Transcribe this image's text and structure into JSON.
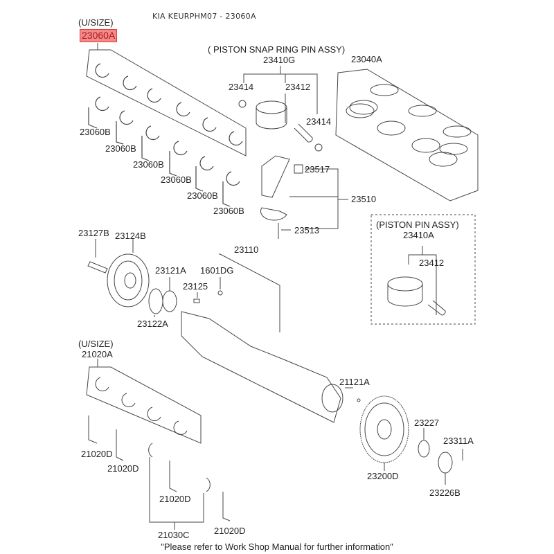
{
  "header": {
    "title": "KIA KEURPHM07 - 23060A"
  },
  "labels": {
    "usize_top": "(U/SIZE)",
    "part_23060A": "23060A",
    "piston_snap_ring_pin_assy": "( PISTON  SNAP RING  PIN ASSY)",
    "part_23410G": "23410G",
    "part_23414_a": "23414",
    "part_23412_a": "23412",
    "part_23414_b": "23414",
    "part_23040A": "23040A",
    "part_23060B": [
      "23060B",
      "23060B",
      "23060B",
      "23060B",
      "23060B",
      "23060B"
    ],
    "part_23517": "23517",
    "part_23510": "23510",
    "part_23513": "23513",
    "piston_pin_assy": "(PISTON  PIN ASSY)",
    "part_23410A": "23410A",
    "part_23412_b": "23412",
    "part_23127B": "23127B",
    "part_23124B": "23124B",
    "part_23121A": "23121A",
    "part_1601DG": "1601DG",
    "part_23125": "23125",
    "part_23122A": "23122A",
    "part_23110": "23110",
    "usize_bottom": "(U/SIZE)",
    "part_21020A": "21020A",
    "part_21121A": "21121A",
    "part_23227": "23227",
    "part_23311A": "23311A",
    "part_23200D": "23200D",
    "part_23226B": "23226B",
    "part_21020D": [
      "21020D",
      "21020D",
      "21020D",
      "21020D"
    ],
    "part_21030C": "21030C"
  },
  "footer": {
    "note": "\"Please refer to Work Shop Manual for further information\""
  },
  "colors": {
    "highlight_fill": "#f28a8a",
    "highlight_border": "#e03a3a",
    "line": "#444444"
  }
}
